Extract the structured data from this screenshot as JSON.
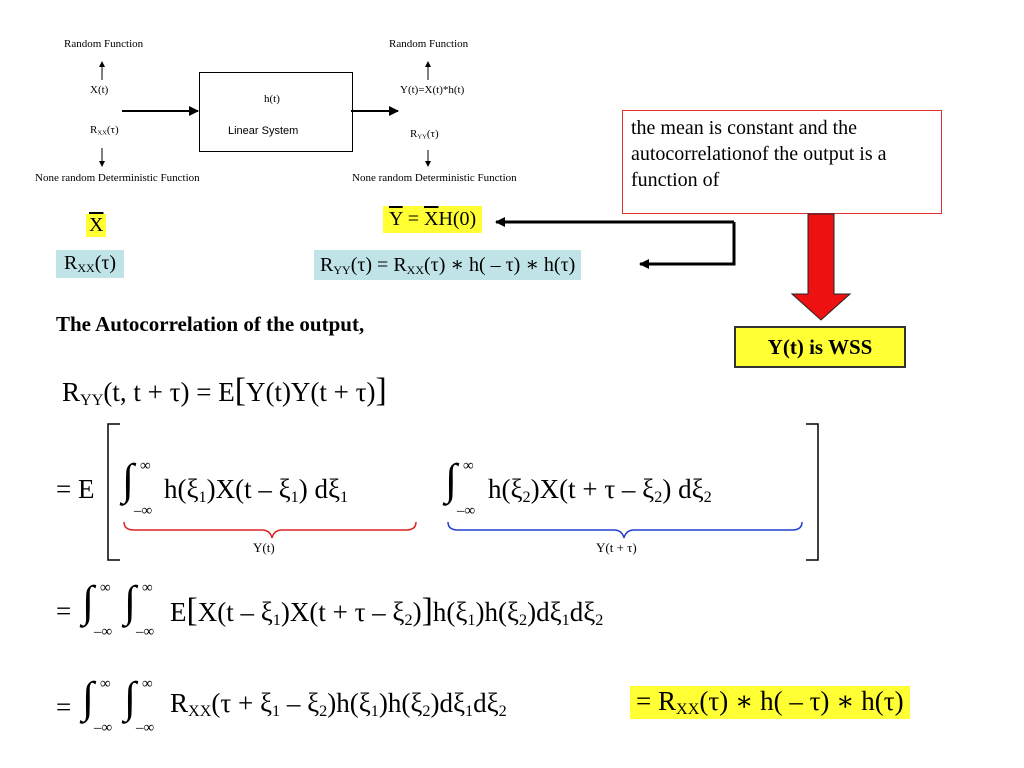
{
  "diagram": {
    "input_top_label": "Random  Function",
    "output_top_label": "Random  Function",
    "input_signal": "X(t)",
    "input_autocorr": "R",
    "input_autocorr_sub": "XX",
    "input_autocorr_arg": "(τ)",
    "input_bottom_label": "None random Deterministic Function",
    "system_h": "h(t)",
    "system_name": "Linear System",
    "output_signal": "Y(t)=X(t)*h(t)",
    "output_autocorr": "R",
    "output_autocorr_sub": "YY",
    "output_autocorr_arg": "(τ)",
    "output_bottom_label": "None random Deterministic Function"
  },
  "note": {
    "text": "the mean is constant and the autocorrelationof the output  is a function of"
  },
  "result_box": "Y(t) is  WSS",
  "mean_in": "X",
  "mean_out": {
    "left": "Y",
    "mid": " = ",
    "xbar": "X",
    "right": "H(0)"
  },
  "autocorr_in": {
    "r": "R",
    "sub": "XX",
    "arg": "(τ)"
  },
  "autocorr_out": {
    "r1": "R",
    "sub1": "YY",
    "arg1": "(τ) = ",
    "r2": "R",
    "sub2": "XX",
    "rest": "(τ)  ∗  h( – τ)  ∗  h(τ)"
  },
  "heading": "The Autocorrelation of the output,",
  "eq1": {
    "r": "R",
    "sub": "YY",
    "rest": "(t, t + τ) = E",
    "inner": "Y(t)Y(t + τ)"
  },
  "eq2": {
    "prefix": "= E",
    "int1_body": "h(ξ",
    "int1_rest": ")X(t  –  ξ",
    "int1_end": ")  dξ",
    "int2_body": "h(ξ",
    "int2_rest": ")X(t + τ  –  ξ",
    "int2_end": ")  dξ",
    "sub1": "1",
    "sub2": "2",
    "upper": "∞",
    "lower": "–∞",
    "brace1_label": "Y(t)",
    "brace2_label": "Y(t + τ)"
  },
  "eq3": {
    "prefix": "=",
    "e": "E",
    "inner": "X(t  –  ξ",
    "inner_mid": ")X(t + τ  –  ξ",
    "inner_end": ")",
    "tail": "h(ξ",
    "tail2": ")h(ξ",
    "tail3": ")dξ",
    "tail4": "dξ"
  },
  "eq4": {
    "prefix": "=",
    "r": "R",
    "sub": "XX",
    "body": "(τ + ξ",
    "body2": " –  ξ",
    "body3": ")h(ξ",
    "body4": ")h(ξ",
    "body5": ")dξ",
    "body6": "dξ"
  },
  "eq4_result": {
    "pre": "= R",
    "sub": "XX",
    "rest": "(τ)  ∗  h( – τ)  ∗  h(τ)"
  },
  "colors": {
    "brace1": "#e02020",
    "brace2": "#2040d0",
    "arrow": "#ee1111",
    "highlight": "#ffff33",
    "teal": "#bfe3e6"
  }
}
